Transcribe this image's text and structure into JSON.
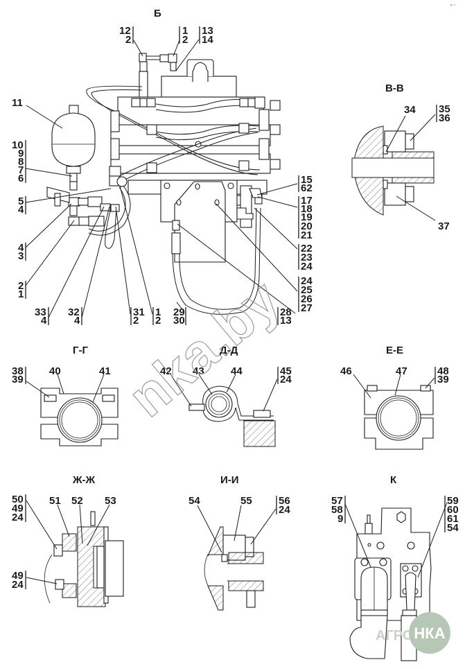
{
  "drawing": {
    "corner_mark": "⌐ ·",
    "views": [
      {
        "id": "B",
        "title": "Б",
        "callouts": [
          {
            "stack": [
              "12",
              "2"
            ]
          },
          {
            "stack": [
              "1",
              "2"
            ]
          },
          {
            "stack": [
              "13",
              "14"
            ]
          },
          {
            "stack": [
              "11"
            ]
          },
          {
            "stack": [
              "10",
              "9",
              "8",
              "7",
              "6"
            ]
          },
          {
            "stack": [
              "5",
              "4"
            ]
          },
          {
            "stack": [
              "4",
              "3"
            ]
          },
          {
            "stack": [
              "2",
              "1"
            ]
          },
          {
            "stack": [
              "33",
              "4"
            ]
          },
          {
            "stack": [
              "32",
              "4"
            ]
          },
          {
            "stack": [
              "31",
              "2"
            ]
          },
          {
            "stack": [
              "1",
              "2"
            ]
          },
          {
            "stack": [
              "29",
              "30"
            ]
          },
          {
            "stack": [
              "28",
              "13"
            ]
          },
          {
            "stack": [
              "15",
              "62"
            ]
          },
          {
            "stack": [
              "17",
              "18",
              "19",
              "20",
              "21"
            ]
          },
          {
            "stack": [
              "22",
              "23",
              "24"
            ]
          },
          {
            "stack": [
              "24",
              "25",
              "26",
              "27"
            ]
          }
        ]
      },
      {
        "id": "V-V",
        "title": "В-В",
        "callouts": [
          {
            "stack": [
              "34"
            ]
          },
          {
            "stack": [
              "35",
              "36"
            ]
          },
          {
            "stack": [
              "37"
            ]
          }
        ]
      },
      {
        "id": "G-G",
        "title": "Г-Г",
        "callouts": [
          {
            "stack": [
              "38",
              "39"
            ]
          },
          {
            "stack": [
              "40"
            ]
          },
          {
            "stack": [
              "41"
            ]
          }
        ]
      },
      {
        "id": "D-D",
        "title": "Д-Д",
        "callouts": [
          {
            "stack": [
              "42"
            ]
          },
          {
            "stack": [
              "43"
            ]
          },
          {
            "stack": [
              "44"
            ]
          },
          {
            "stack": [
              "45",
              "24"
            ]
          }
        ]
      },
      {
        "id": "E-E",
        "title": "Е-Е",
        "callouts": [
          {
            "stack": [
              "46"
            ]
          },
          {
            "stack": [
              "47"
            ]
          },
          {
            "stack": [
              "48",
              "39"
            ]
          }
        ]
      },
      {
        "id": "Zh-Zh",
        "title": "Ж-Ж",
        "callouts": [
          {
            "stack": [
              "50",
              "49",
              "24"
            ]
          },
          {
            "stack": [
              "51"
            ]
          },
          {
            "stack": [
              "52"
            ]
          },
          {
            "stack": [
              "53"
            ]
          },
          {
            "stack": [
              "49",
              "24"
            ]
          }
        ]
      },
      {
        "id": "I-I",
        "title": "И-И",
        "callouts": [
          {
            "stack": [
              "54"
            ]
          },
          {
            "stack": [
              "55"
            ]
          },
          {
            "stack": [
              "56",
              "24"
            ]
          }
        ]
      },
      {
        "id": "K",
        "title": "К",
        "callouts": [
          {
            "stack": [
              "57",
              "58",
              "9"
            ]
          },
          {
            "stack": [
              "59",
              "60",
              "61",
              "54"
            ]
          }
        ]
      }
    ]
  },
  "watermark": {
    "text": "nka.by"
  },
  "logo": {
    "left_text": "АГРО",
    "circle_text": "НКА",
    "color": "#b7c7b5"
  }
}
